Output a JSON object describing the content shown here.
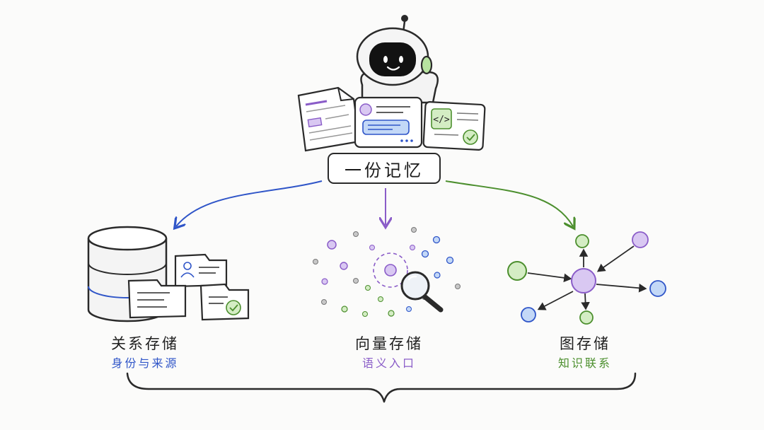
{
  "center": {
    "label": "一份记忆"
  },
  "stores": [
    {
      "title": "关系存储",
      "subtitle": "身份与来源",
      "color": "#2f55c8"
    },
    {
      "title": "向量存储",
      "subtitle": "语义入口",
      "color": "#8a5cc8"
    },
    {
      "title": "图存储",
      "subtitle": "知识联系",
      "color": "#4c8f2e"
    }
  ],
  "icons": {
    "robot": "robot-icon",
    "relational": "database-icon",
    "vector": "magnifier-icon",
    "graph": "graph-nodes-icon"
  },
  "colors": {
    "ink": "#2a2a2a",
    "purple_fill": "#d9c8f2",
    "green_fill": "#d4edc4",
    "blue_fill": "#c3d8f7",
    "gray_dot": "#b5b5b5"
  }
}
